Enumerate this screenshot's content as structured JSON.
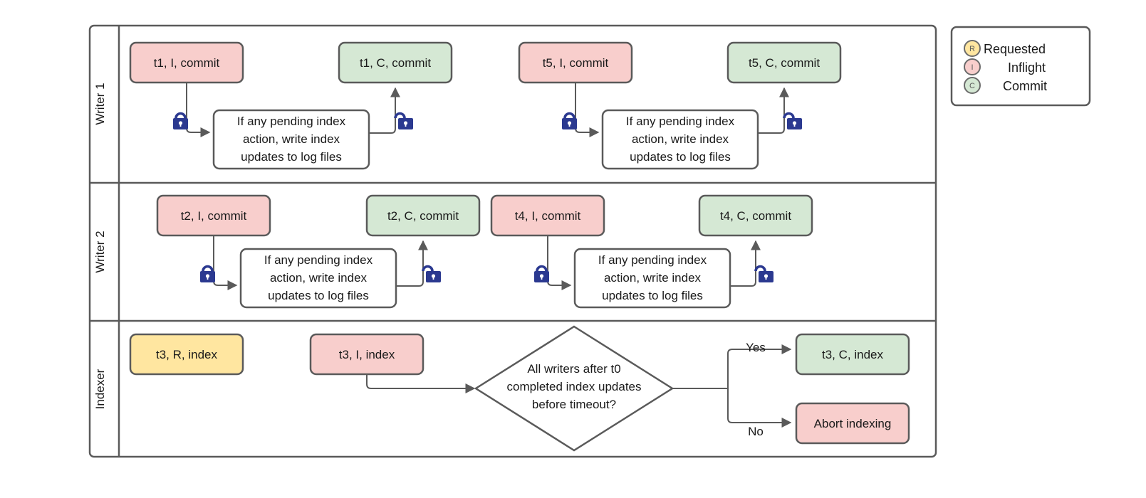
{
  "diagram": {
    "title": "Writer/Indexer concurrency swimlane flowchart",
    "colors": {
      "inflight_fill": "#f8cecc",
      "commit_fill": "#d5e8d4",
      "requested_fill": "#ffe6a0",
      "note_fill": "#ffffff",
      "stroke": "#5a5a5a",
      "lock": "#2b3990"
    },
    "lanes": [
      {
        "id": "writer1",
        "label": "Writer 1"
      },
      {
        "id": "writer2",
        "label": "Writer 2"
      },
      {
        "id": "indexer",
        "label": "Indexer"
      }
    ],
    "note_text": {
      "line1": "If any pending index",
      "line2": "action, write index",
      "line3": "updates to log files"
    },
    "writer1": {
      "box_t1_inflight": "t1, I, commit",
      "box_t1_commit": "t1, C, commit",
      "box_t5_inflight": "t5, I, commit",
      "box_t5_commit": "t5, C, commit"
    },
    "writer2": {
      "box_t2_inflight": "t2, I, commit",
      "box_t2_commit": "t2, C, commit",
      "box_t4_inflight": "t4, I, commit",
      "box_t4_commit": "t4, C, commit"
    },
    "indexer": {
      "box_t3_requested": "t3, R, index",
      "box_t3_inflight": "t3, I, index",
      "decision_line1": "All writers after t0",
      "decision_line2": "completed index updates",
      "decision_line3": "before timeout?",
      "label_yes": "Yes",
      "label_no": "No",
      "box_t3_commit": "t3, C, index",
      "box_abort": "Abort indexing"
    },
    "legend": {
      "items": [
        {
          "badge": "R",
          "label": "Requested",
          "color": "#ffe6a0"
        },
        {
          "badge": "I",
          "label": "Inflight",
          "color": "#f8cecc"
        },
        {
          "badge": "C",
          "label": "Commit",
          "color": "#d5e8d4"
        }
      ]
    }
  }
}
